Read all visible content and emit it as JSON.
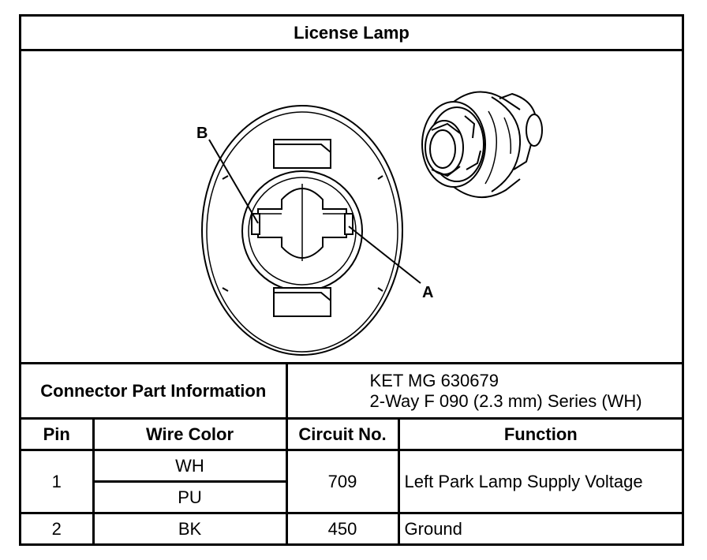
{
  "title": "License Lamp",
  "figure": {
    "label_a": "A",
    "label_b": "B"
  },
  "connector": {
    "label": "Connector Part Information",
    "part_line1": "KET MG 630679",
    "part_line2": "2-Way F 090 (2.3 mm) Series (WH)"
  },
  "table": {
    "headers": [
      "Pin",
      "Wire Color",
      "Circuit No.",
      "Function"
    ],
    "rows": [
      {
        "pin": "1",
        "wire_colors": [
          "WH",
          "PU"
        ],
        "circuit": "709",
        "function": "Left Park Lamp Supply Voltage"
      },
      {
        "pin": "2",
        "wire_colors": [
          "BK"
        ],
        "circuit": "450",
        "function": "Ground"
      }
    ]
  }
}
